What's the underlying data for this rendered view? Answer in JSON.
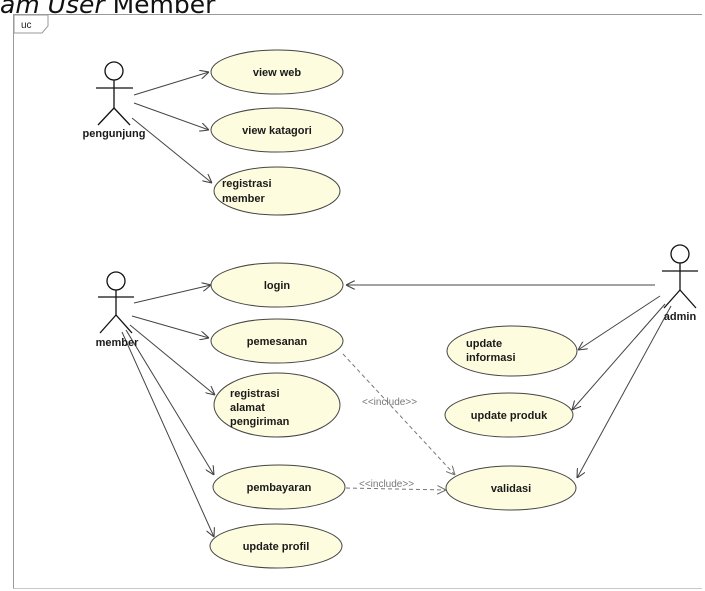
{
  "caption": {
    "italic_part": "am User",
    "plain_part": "Member"
  },
  "frame": {
    "tag": "uc"
  },
  "actors": {
    "pengunjung": "pengunjung",
    "member": "member",
    "admin": "admin"
  },
  "use_cases": {
    "view_web": [
      "view web"
    ],
    "view_katagori": [
      "view katagori"
    ],
    "registrasi_member": [
      "registrasi",
      "member"
    ],
    "login": [
      "login"
    ],
    "pemesanan": [
      "pemesanan"
    ],
    "registrasi_alamat": [
      "registrasi",
      "alamat",
      "pengiriman"
    ],
    "pembayaran": [
      "pembayaran"
    ],
    "update_profil": [
      "update profil"
    ],
    "update_informasi": [
      "update",
      "informasi"
    ],
    "update_produk": [
      "update produk"
    ],
    "validasi": [
      "validasi"
    ]
  },
  "include_label": "<<include>>",
  "colors": {
    "usecase_fill": "#fefcde",
    "line": "#444444",
    "dashed": "#777777"
  }
}
